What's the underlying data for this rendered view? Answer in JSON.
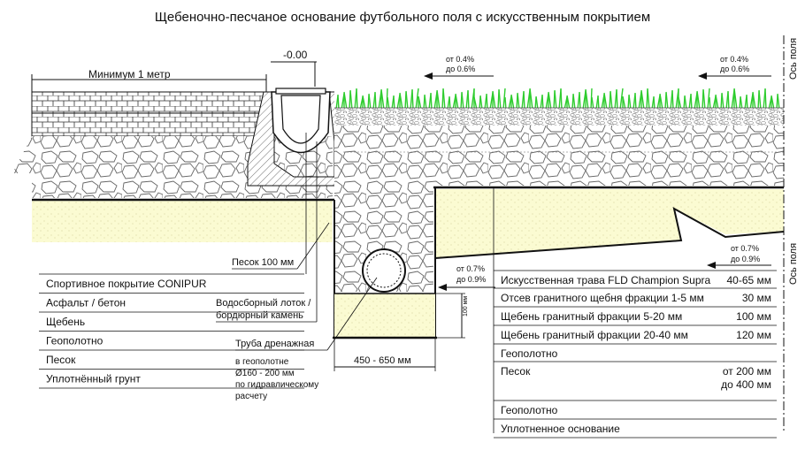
{
  "title": "Щебеночно-песчаное основание футбольного поля с искусственным покрытием",
  "axis_label": "Ось поля",
  "level_mark": "-0.00",
  "min_width_label": "Минимум 1 метр",
  "slope": {
    "from": "от 0.4%",
    "to": "до 0.6%"
  },
  "slope_lower": {
    "from": "от 0.7%",
    "to": "до 0.9%"
  },
  "sand_label": "Песок 100 мм",
  "tray_label": {
    "line1": "Водосборный лоток /",
    "line2": "бордюрный камень"
  },
  "pipe_label": {
    "title": "Труба дренажная",
    "line1": "в геополотне",
    "line2": "Ø160 - 200 мм",
    "line3": "по гидравлическому",
    "line4": "расчету"
  },
  "trench_width": "450 - 650 мм",
  "trench_depth": "100 мм",
  "left_layers": [
    "Спортивное покрытие CONIPUR",
    "Асфальт / бетон",
    "Щебень",
    "Геополотно",
    "Песок",
    "Уплотнённый грунт"
  ],
  "right_layers": [
    {
      "name": "Искусственная трава FLD Champion Supra",
      "value": "40-65 мм"
    },
    {
      "name": "Отсев гранитного щебня фракции 1-5 мм",
      "value": "30 мм"
    },
    {
      "name": "Щебень гранитный фракции 5-20 мм",
      "value": "100 мм"
    },
    {
      "name": "Щебень гранитный фракции 20-40 мм",
      "value": "120 мм"
    },
    {
      "name": "Геополотно",
      "value": ""
    },
    {
      "name": "Песок",
      "value": "от 200 мм",
      "value2": "до 400 мм"
    },
    {
      "name": "Геополотно",
      "value": ""
    },
    {
      "name": "Уплотненное основание",
      "value": ""
    }
  ],
  "colors": {
    "sand": "#fbfbd2",
    "grass": "#2ecc2e",
    "line": "#111111",
    "gravel": "#666666"
  }
}
